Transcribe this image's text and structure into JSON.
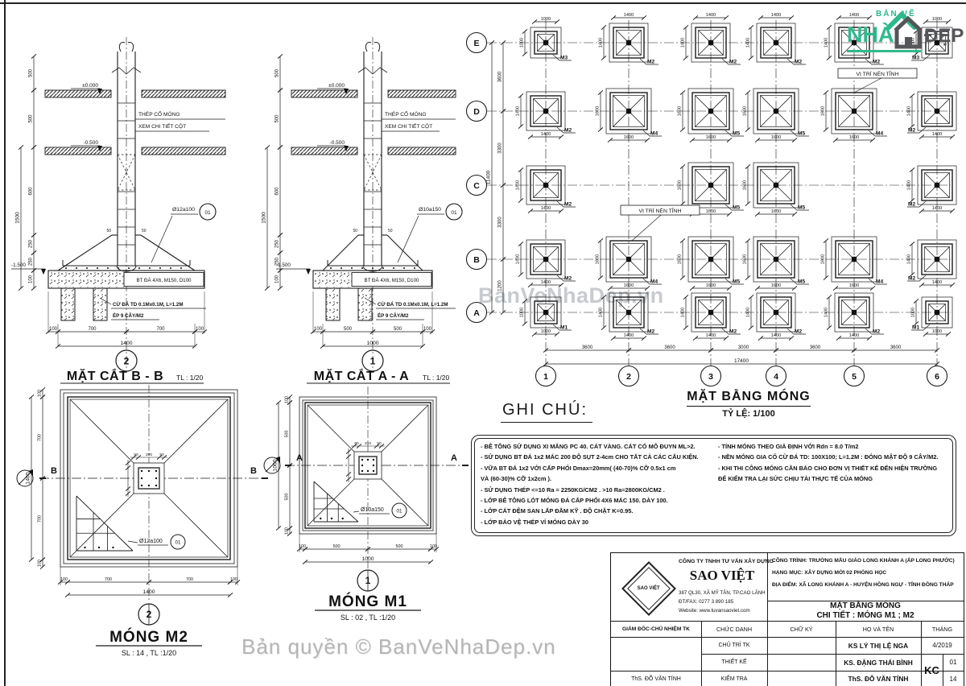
{
  "watermarks": {
    "plan": "BanVeNhaDep.vn",
    "copyright": "Bản quyền © BanVeNhaDep.vn"
  },
  "logo": {
    "top": "BẢN VẼ",
    "word_green": "NHÀ",
    "word_gray": "ĐẸP",
    "green": "#2eb98c",
    "gray": "#55565a"
  },
  "sections": {
    "bb": {
      "title": "MẶT CẮT B - B",
      "scale": "TL : 1/20",
      "marker": "2",
      "level_top": "±0.000",
      "level_mid": "-0.500",
      "level_bottom": "-1.500",
      "note1": "THÉP CỔ MÓNG",
      "note2": "XEM CHI TIẾT CỘT",
      "callout": "Ø12a100",
      "callout_ref": "01",
      "slab_label": "BT ĐÁ 4X6, M150, D100",
      "pile_label1": "CỪ ĐÁ TD 0.1Mx0.1M, L=1.2M",
      "pile_label2": "ÉP 9 CÂY/M2",
      "ledge_dim": "50",
      "dims_left": [
        "500",
        "500",
        "600",
        "250",
        "250",
        "100"
      ],
      "dim_left_total": "1500",
      "dims_bottom": [
        "100",
        "700",
        "700",
        "100"
      ],
      "dim_total": "1400"
    },
    "aa": {
      "title": "MẶT CẮT A - A",
      "scale": "TL : 1/20",
      "marker": "1",
      "level_top": "±0.000",
      "level_mid": "-0.500",
      "level_bottom": "-1.500",
      "note1": "THÉP CỔ MÓNG",
      "note2": "XEM CHI TIẾT CỘT",
      "callout": "Ø10a150",
      "callout_ref": "01",
      "slab_label": "BT ĐÁ 4X6, M150, D100",
      "pile_label1": "CỪ ĐÁ TD 0.1Mx0.1M, L=1.2M",
      "pile_label2": "ÉP 9 CÂY/M2",
      "ledge_dim": "50",
      "dims_left": [
        "500",
        "500",
        "600",
        "250",
        "250",
        "100"
      ],
      "dim_left_total": "1500",
      "dims_bottom": [
        "100",
        "500",
        "500",
        "100"
      ],
      "dim_total": "1000"
    }
  },
  "plan": {
    "title": "MẶT BẰNG MÓNG",
    "scale": "TỶ LỆ: 1/100",
    "static_label": "VỊ TRÍ NÉN TĨNH",
    "row_axes": [
      "E",
      "D",
      "C",
      "B",
      "A"
    ],
    "col_axes": [
      "1",
      "2",
      "3",
      "4",
      "5",
      "6"
    ],
    "row_dims": [
      "3600",
      "3300",
      "3300",
      "1200"
    ],
    "row_total": "11400",
    "col_dims": [
      "3600",
      "3600",
      "3000",
      "3600",
      "3600"
    ],
    "col_total": "17400",
    "footings": [
      {
        "grid": "E1",
        "type": "M3",
        "w": "1000",
        "h": "1000"
      },
      {
        "grid": "E2",
        "type": "M2",
        "w": "1400",
        "h": "1400"
      },
      {
        "grid": "E3",
        "type": "M2",
        "w": "1400",
        "h": "1400"
      },
      {
        "grid": "E4",
        "type": "M2",
        "w": "1400",
        "h": "1400"
      },
      {
        "grid": "E5",
        "type": "M2",
        "w": "1400",
        "h": "1400"
      },
      {
        "grid": "E6",
        "type": "M3",
        "w": "1000",
        "h": "1000"
      },
      {
        "grid": "D1",
        "type": "M2",
        "w": "1400",
        "h": "1400"
      },
      {
        "grid": "D2",
        "type": "M4",
        "w": "1600",
        "h": "1600"
      },
      {
        "grid": "D3",
        "type": "M5",
        "w": "1600",
        "h": "1600"
      },
      {
        "grid": "D4",
        "type": "M5",
        "w": "1600",
        "h": "1600"
      },
      {
        "grid": "D5",
        "type": "M4",
        "w": "1600",
        "h": "1600"
      },
      {
        "grid": "D6",
        "type": "M2",
        "w": "1400",
        "h": "1400"
      },
      {
        "grid": "C1",
        "type": "M2",
        "w": "1400",
        "h": "1400"
      },
      {
        "grid": "C3",
        "type": "M5",
        "w": "1600",
        "h": "1600"
      },
      {
        "grid": "C4",
        "type": "M5",
        "w": "1600",
        "h": "1600"
      },
      {
        "grid": "C6",
        "type": "M2",
        "w": "1400",
        "h": "1400"
      },
      {
        "grid": "B1",
        "type": "M2",
        "w": "1400",
        "h": "1400"
      },
      {
        "grid": "B2",
        "type": "M4",
        "w": "1600",
        "h": "1600"
      },
      {
        "grid": "B3",
        "type": "M5",
        "w": "1600",
        "h": "1600"
      },
      {
        "grid": "B4",
        "type": "M5",
        "w": "1600",
        "h": "1600"
      },
      {
        "grid": "B5",
        "type": "M4",
        "w": "1600",
        "h": "1600"
      },
      {
        "grid": "B6",
        "type": "M2",
        "w": "1400",
        "h": "1400"
      },
      {
        "grid": "A1",
        "type": "M1",
        "w": "1000",
        "h": "1000"
      },
      {
        "grid": "A2",
        "type": "M2",
        "w": "1400",
        "h": "1400"
      },
      {
        "grid": "A3",
        "type": "M2",
        "w": "1400",
        "h": "1400"
      },
      {
        "grid": "A4",
        "type": "M2",
        "w": "1400",
        "h": "1400"
      },
      {
        "grid": "A5",
        "type": "M2",
        "w": "1400",
        "h": "1400"
      },
      {
        "grid": "A6",
        "type": "M1",
        "w": "1000",
        "h": "1000"
      }
    ]
  },
  "notes": {
    "heading": "GHI CHÚ:",
    "left": [
      "- BÊ TÔNG SỬ DỤNG XI MĂNG PC 40. CÁT VÀNG. CÁT CÓ MÔ ĐUYN ML>2.",
      "- SỬ DỤNG BT ĐÁ 1x2 MÁC 200 ĐỘ SỤT 2-4cm CHO TẤT CẢ CÁC CẤU KIỆN.",
      "- VỮA BT ĐÁ 1x2 VỚI CẤP PHỐI Dmax=20mm( (40-70)% CỠ 0.5x1 cm",
      "VÀ (60-30)% CỠ 1x2cm ).",
      "- SỬ DỤNG THÉP <=10  Ra = 2250KG/CM2 .  >10 Ra=2800KG/CM2 .",
      "- LỚP BÊ TÔNG LÓT MÓNG ĐÁ CẤP PHỐI 4X6 MÁC 150. DÀY 100.",
      "- LỚP CÁT ĐỆM SAN LẤP ĐẦM KỸ . ĐỘ CHẶT K=0.95.",
      "- LỚP BẢO VỆ THÉP VỈ MÓNG DÀY 30"
    ],
    "right": [
      "- TÍNH MÓNG THEO GIẢ ĐỊNH VỚI Rdn = 8.0 T/m2",
      "- NỀN MÓNG GIA CỐ CỪ ĐÁ TD: 100X100; L=1.2M : ĐÓNG MẬT ĐỘ 9 CÂY/M2.",
      "- KHI THI CÔNG MÓNG CẦN BÁO CHO ĐƠN VỊ THIẾT KẾ ĐẾN HIỆN TRƯỜNG",
      "ĐỂ KIỂM TRA LẠI SỨC CHỊU TẢI THỰC TẾ CỦA MÓNG"
    ]
  },
  "details": {
    "m2": {
      "title": "MÓNG M2",
      "subtitle": "SL : 14 , TL :1/20",
      "marker": "2",
      "cut_letter": "B",
      "callout": "Ø12a100",
      "callout_ref": "01",
      "col_dims": [
        "50",
        "200",
        "50"
      ],
      "dims_bottom": [
        "100",
        "700",
        "700",
        "100"
      ],
      "total": "1400",
      "dims_left": [
        "100",
        "700",
        "700",
        "100"
      ],
      "left_total": "1400"
    },
    "m1": {
      "title": "MÓNG M1",
      "subtitle": "SL : 02 , TL :1/20",
      "marker": "1",
      "cut_letter": "A",
      "callout": "Ø10a150",
      "callout_ref": "01",
      "col_dims": [
        "50",
        "200",
        "50"
      ],
      "dims_bottom": [
        "100",
        "500",
        "500",
        "100"
      ],
      "total": "1000",
      "dims_left": [
        "100",
        "500",
        "500",
        "100"
      ],
      "left_total": "1000"
    }
  },
  "titleblock": {
    "company": {
      "line1": "CÔNG TY TNHH TƯ VẤN XÂY DỰNG",
      "name": "SAO VIỆT",
      "short": "SAO VIỆT",
      "addr": "387 QL30, XÃ MỸ TÂN, TP.CAO LÃNH",
      "phone": "ĐT/FAX: 0277 3 890 185",
      "web": "Website: www.tuvansaoviet.com"
    },
    "project": {
      "line1": "CÔNG TRÌNH: TRƯỜNG MẪU GIÁO LONG KHÁNH A (ẤP LONG PHƯỚC)",
      "line2": "HẠNG MỤC: XÂY DỰNG MỚI 02 PHÒNG HỌC",
      "line3": "ĐỊA ĐIỂM: XÃ LONG KHÁNH A - HUYỆN HỒNG NGỰ - TỈNH ĐỒNG THÁP"
    },
    "drawing": {
      "line1": "MẶT BẰNG MÓNG",
      "line2": "CHI TIẾT : MÓNG M1 ; M2"
    },
    "headers": {
      "director": "GIÁM ĐỐC-CHỦ NHIỆM TK",
      "role": "CHỨC DANH",
      "sign": "CHỮ KÝ",
      "name": "HỌ VÀ TÊN",
      "month": "THÁNG"
    },
    "rows": [
      {
        "duty": "CHỦ TRÌ TK",
        "name": "KS LÝ THỊ LỆ NGA"
      },
      {
        "duty": "THIẾT KẾ",
        "name": "KS. ĐẶNG THÁI BÌNH"
      },
      {
        "duty": "KIỂM TRA",
        "name": "ThS. ĐỖ VĂN TÍNH"
      }
    ],
    "director_name": "ThS. ĐỖ VĂN TÍNH",
    "month_value": "4/2019",
    "sheet_code": "KC",
    "sheet_no": "01",
    "sheet_total": "14"
  }
}
